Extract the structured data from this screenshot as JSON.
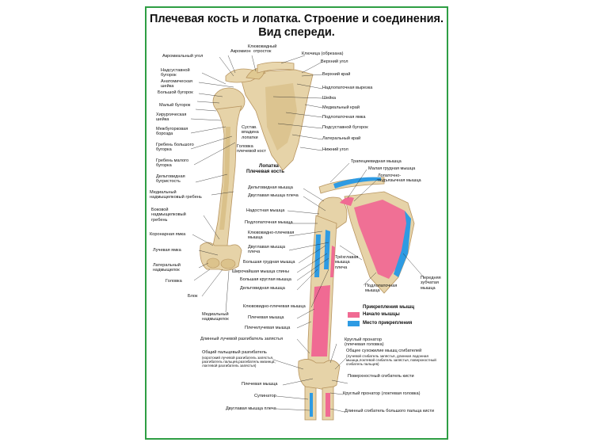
{
  "title": {
    "line1": "Плечевая кость и лопатка. Строение и соединения.",
    "line2": "Вид спереди."
  },
  "colors": {
    "border": "#2e9e44",
    "bone": "#e6d3a8",
    "bone_shadow": "#c9ae77",
    "origin": "#f06a93",
    "insertion": "#2e9be3",
    "leader": "#222222"
  },
  "upper_labels": {
    "akromion": "Акромион",
    "klyuvovidny": "Клювовидный\nотросток",
    "klyuchitsa": "Ключица (обрезана)",
    "akromialny_ugol": "Акромиальный угол",
    "verkhny_ugol": "Верхний угол",
    "nadsustavny": "Надсуставной\nбугорок",
    "verkhny_kray": "Верхний край",
    "anatomicheskaya_sheyka": "Анатомическая\nшейка",
    "nadlopatochnaya_vyrezka": "Надлопаточная вырезка",
    "bolshoy_bugorok": "Большой бугорок",
    "sheyka": "Шейка",
    "maly_bugorok": "Малый бугорок",
    "medialny_kray": "Медиальный край",
    "khirurgicheskaya_sheyka": "Хирургическая\nшейка",
    "podlopatochnaya_yamka": "Подлопаточная ямка",
    "mezhbugorkovaya": "Межбугорковая\nборозда",
    "sustavnaya_vpadina": "Сустав.\nвпадина\nлопатки",
    "podsustavnoy": "Подсуставной бугорок",
    "greben_bolshogo": "Гребень большого\nбугорка",
    "golovka_plechevoy": "Головка\nплечевой кост",
    "lateralny_kray": "Латеральный край",
    "greben_malogo": "Гребень малого\nбугорка",
    "nizhny_ugol": "Нижний угол",
    "deltovidnaya_bugristost": "Дельтовидная\nбугристость",
    "lopatka": "Лопатка",
    "plechevaya_kost": "Плечевая кость",
    "medialny_greben": "Медиальный\nнадмыщелковый гребень",
    "bokovoy_greben": "Боковой\nнадмыщелковый\nгребень",
    "koronarnaya_yamka": "Коронарная ямка",
    "luchevaya_yamka": "Лучевая ямка",
    "lateralny_nadmyshchelok": "Латеральный\nнадмыщелок",
    "golovka": "Головка",
    "blok": "Блок",
    "medialny_nadmyshchelok": "Медиальный\nнадмыщелок"
  },
  "muscle_labels": {
    "trapetsievidnaya": "Трапециевидная мышца",
    "malaya_grudnaya": "Малая грудная мышца",
    "lopatochno_podyazychnaya": "Лопаточно-\nподъязычная мышца",
    "deltovidnaya": "Дельтовидная мышца",
    "dvuglavaya": "Двуглавая мышца плеча",
    "nadostnaya": "Надостная мышца",
    "podlopatochnaya": "Подлопаточная мышца",
    "klyuvovidno_plechevaya": "Клювовидно-плечевая\nмышца",
    "dvuglavaya_plecha": "Двуглавая мышца\nплеча",
    "bolshaya_grudnaya": "Большая грудная мышца",
    "trekhglavaya": "Трёхглавая\nмышца\nплеча",
    "shirochayshaya": "Широчайшая мышца спины",
    "bolshaya_kruglaya": "Большая круглая мышца",
    "deltovidnaya2": "Дельтовидная мышца",
    "podlopatochnaya2": "Подлопаточная\nмышца",
    "perednyaya_zubchataya": "Передняя\nзубчатая\nмышца",
    "klyuvovidno_plechevaya2": "Клювовидно-плечевая мышца",
    "plechevaya": "Плечевая мышца",
    "plecheluchevaya": "Плечелучевая мышца",
    "dlinny_luchevoy": "Длинный лучевой разгибатель запястья",
    "krugly_pronator": "Круглый пронатор\n(плечевая головка)",
    "obshchy_palchevoy": "Общий пальцевый разгибатель",
    "obshchy_palchevoy_note": "(коротокий лучевой разгибатель запястья,\nразгибатель пальцев,разгибатель мизинца,\nлоктевой разгибатель запястья)",
    "obshchee_sukhozhilie": "Общее сухожилие мышц сгибателей",
    "obshchee_sukhozhilie_note": "(лучевой сгибатель запястья, длинная ладонная\nмышца,локтевой сгибатель запястья, поверхностный\nсгибатель пальцев)",
    "poverkhnostny": "Поверхностный сгибатель кисти",
    "plechevaya2": "Плечевая мышца",
    "krugly_pronator2": "Круглый пронатор (локтевая головка)",
    "supinator": "Супинатор",
    "dvuglavaya3": "Двуглавая мышца плеча",
    "dlinny_sgibatel": "Длинный сгибатель большого пальца кисти"
  },
  "legend": {
    "title": "Прикрепления мышц",
    "origin": "Начало мышцы",
    "insertion": "Место прикрепления"
  }
}
